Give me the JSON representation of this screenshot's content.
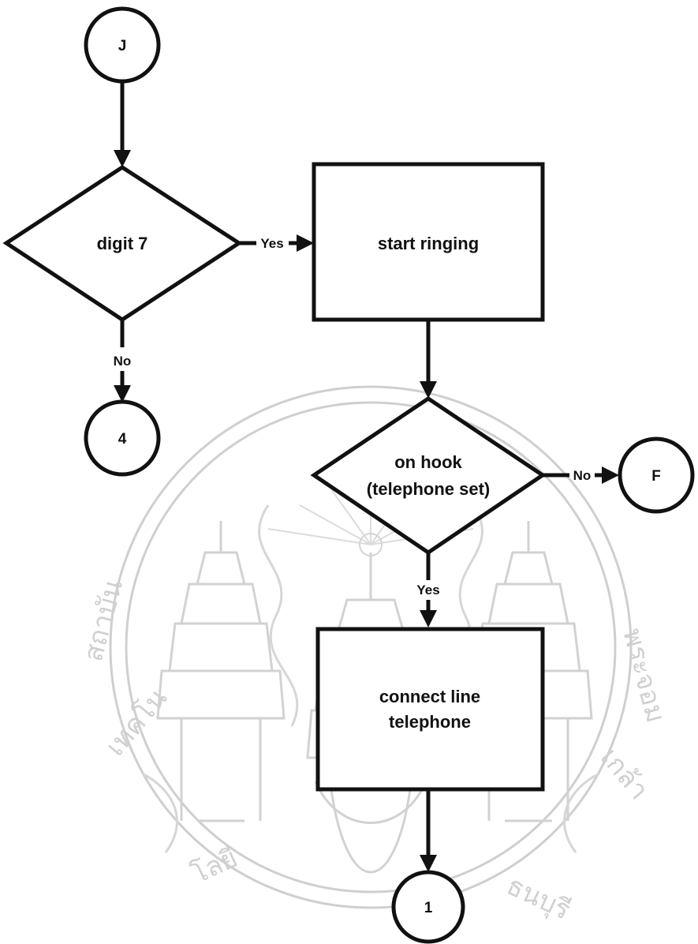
{
  "diagram": {
    "nodes": [
      {
        "id": "J",
        "shape": "circle",
        "label": "J"
      },
      {
        "id": "digit7",
        "shape": "diamond",
        "label": "digit 7"
      },
      {
        "id": "start",
        "shape": "rect",
        "label": "start ringing"
      },
      {
        "id": "four",
        "shape": "circle",
        "label": "4"
      },
      {
        "id": "onhook",
        "shape": "diamond",
        "label_lines": [
          "on hook",
          "(telephone set)"
        ]
      },
      {
        "id": "F",
        "shape": "circle",
        "label": "F"
      },
      {
        "id": "connect",
        "shape": "rect",
        "label_lines": [
          "connect line",
          "telephone"
        ]
      },
      {
        "id": "one",
        "shape": "circle",
        "label": "1"
      }
    ],
    "edges": [
      {
        "from": "J",
        "to": "digit7",
        "label": ""
      },
      {
        "from": "digit7",
        "to": "start",
        "label": "Yes"
      },
      {
        "from": "digit7",
        "to": "four",
        "label": "No"
      },
      {
        "from": "start",
        "to": "onhook",
        "label": ""
      },
      {
        "from": "onhook",
        "to": "F",
        "label": "No"
      },
      {
        "from": "onhook",
        "to": "connect",
        "label": "Yes"
      },
      {
        "from": "connect",
        "to": "one",
        "label": ""
      }
    ]
  },
  "watermark": {
    "description": "university seal watermark"
  }
}
